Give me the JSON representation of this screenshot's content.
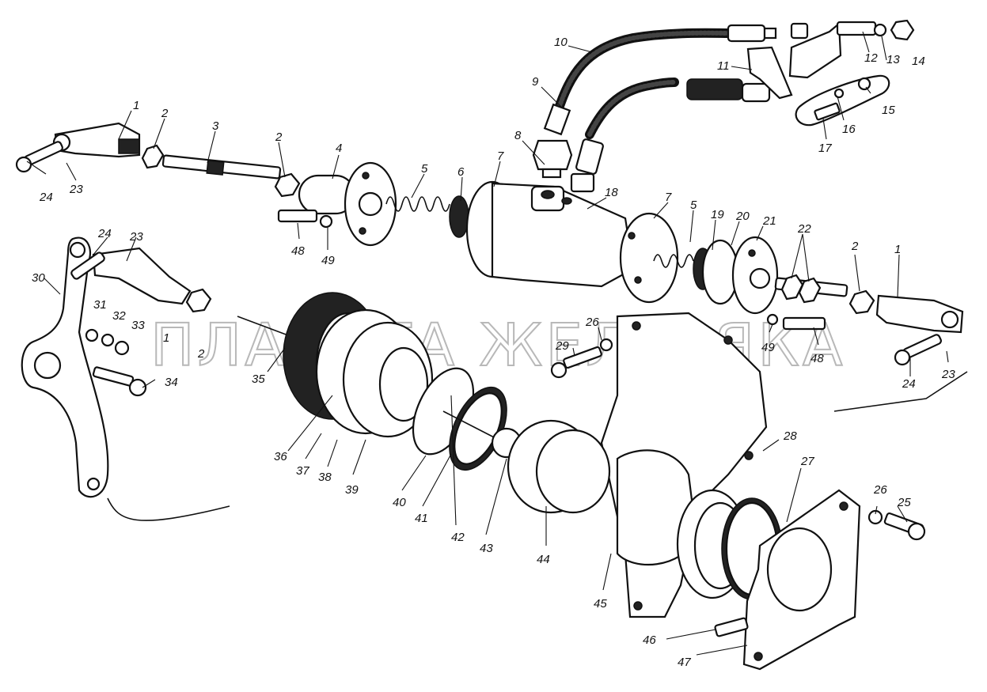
{
  "watermark": "ПЛАНЕТА ЖЕЛЕЗЯКА",
  "colors": {
    "ink": "#111111",
    "background": "#ffffff",
    "watermark": "#b8b8b8"
  },
  "callouts": [
    "1",
    "2",
    "3",
    "2",
    "4",
    "5",
    "6",
    "7",
    "8",
    "9",
    "10",
    "11",
    "12",
    "13",
    "14",
    "15",
    "16",
    "17",
    "18",
    "7",
    "5",
    "19",
    "20",
    "21",
    "22",
    "2",
    "1",
    "24",
    "23",
    "48",
    "49",
    "24",
    "23",
    "30",
    "31",
    "32",
    "33",
    "1",
    "2",
    "34",
    "35",
    "26",
    "29",
    "49",
    "48",
    "24",
    "23",
    "36",
    "37",
    "38",
    "39",
    "40",
    "41",
    "42",
    "43",
    "44",
    "45",
    "28",
    "27",
    "26",
    "25",
    "46",
    "47"
  ]
}
